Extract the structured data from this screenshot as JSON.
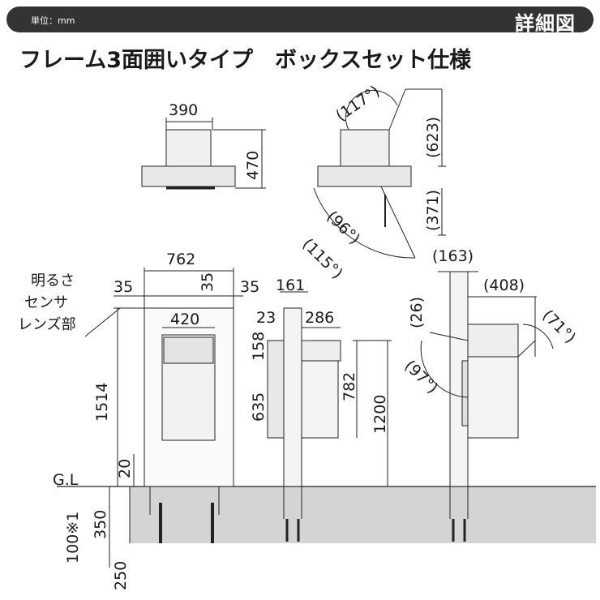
{
  "header": {
    "unit_label": "単位：mm",
    "badge": "詳細図"
  },
  "title": "フレーム3面囲いタイプ　ボックスセット仕様",
  "colors": {
    "bar": "#333333",
    "ground": "#d4d4d4",
    "line": "#222222"
  },
  "plan": {
    "width": "390",
    "depth": "470"
  },
  "side_open": {
    "angle_lid": "(117°)",
    "lid_height": "(623)",
    "lower": "(371)",
    "angle_a": "(96°)",
    "angle_b": "(115°)"
  },
  "front": {
    "sensor_label": [
      "明るさ",
      "センサ",
      "レンズ部"
    ],
    "overall_width": "762",
    "frame_left": "35",
    "frame_mid": "35",
    "frame_right": "35",
    "box_width": "420",
    "height": "1514",
    "gl_label": "G.L",
    "gl_gap": "20",
    "embed": "350",
    "embed_note": "100※1",
    "footing": "250"
  },
  "side": {
    "post": "161",
    "box_offset": "23",
    "box_depth": "286",
    "top_h": "158",
    "box_h": "635",
    "mid_h": "782",
    "total_h": "1200"
  },
  "right": {
    "top_depth": "(163)",
    "box_depth": "(408)",
    "door_open": "(26)",
    "angle_a": "(71°)",
    "angle_b": "(97°)"
  }
}
